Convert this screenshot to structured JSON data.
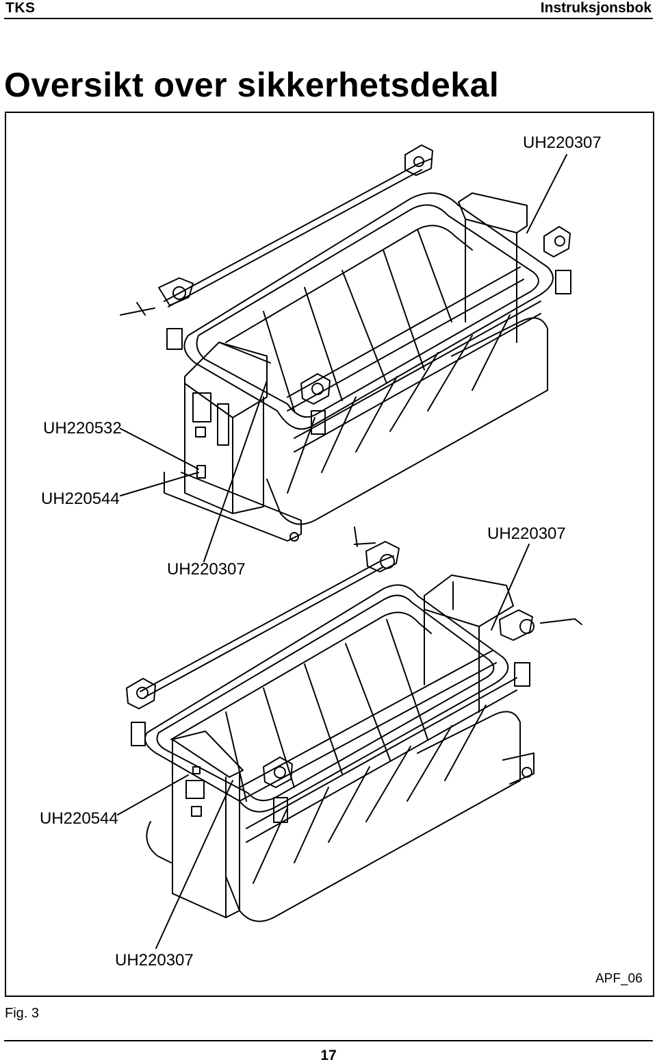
{
  "header": {
    "brand": "TKS",
    "doc_type": "Instruksjonsbok"
  },
  "page_title": "Oversikt over sikkerhetsdekal",
  "figure": {
    "labels": {
      "top_right": "UH220307",
      "upper_left_1": "UH220532",
      "upper_left_2": "UH220544",
      "middle_left": "UH220307",
      "middle_right": "UH220307",
      "lower_left": "UH220544",
      "bottom": "UH220307"
    },
    "code": "APF_06",
    "caption": "Fig. 3"
  },
  "footer": {
    "page_number": "17"
  }
}
